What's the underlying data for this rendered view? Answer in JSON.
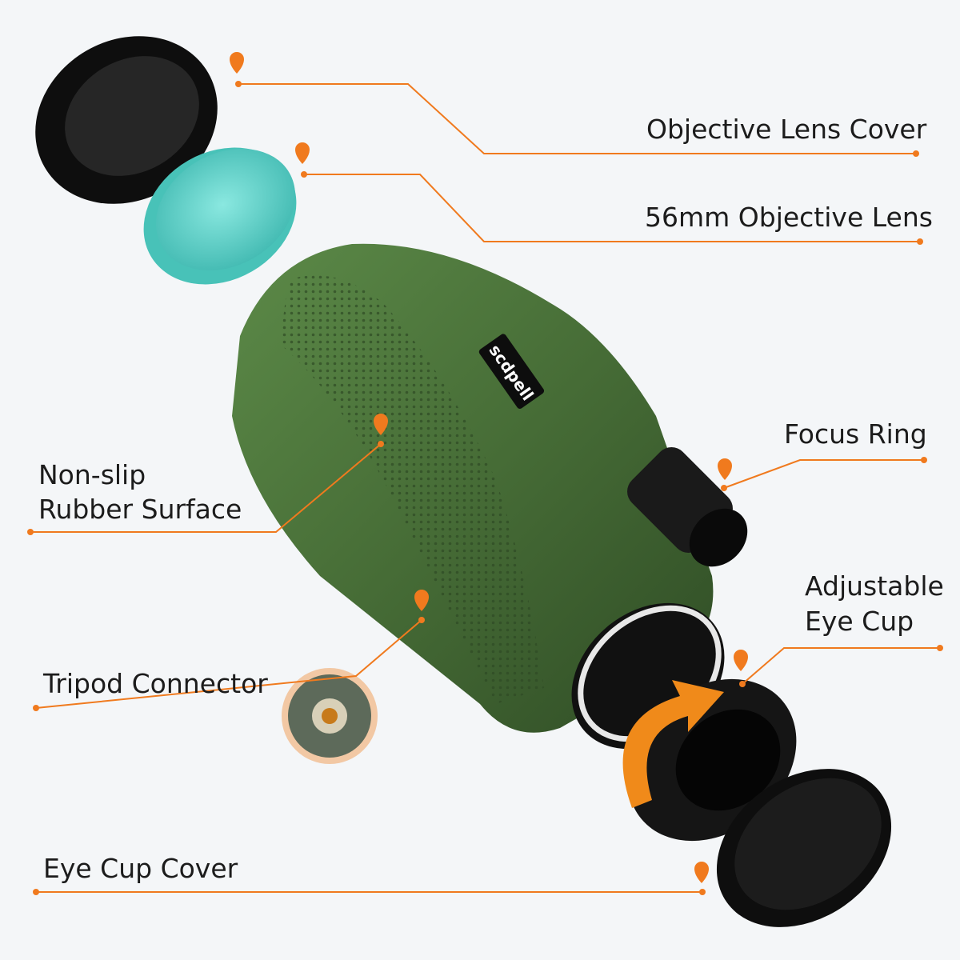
{
  "colors": {
    "accent": "#f07a1e",
    "body": "#4a6e3a",
    "lens": "#6fd8d0",
    "cap": "#141414"
  },
  "logo_text": "scdpell",
  "labels": {
    "objective_lens_cover": "Objective Lens Cover",
    "objective_lens": "56mm Objective Lens",
    "focus_ring": "Focus Ring",
    "rubber_surface_line1": "Non-slip",
    "rubber_surface_line2": "Rubber Surface",
    "adjustable_eye_cup_line1": "Adjustable",
    "adjustable_eye_cup_line2": "Eye Cup",
    "tripod_connector": "Tripod Connector",
    "eye_cup_cover": "Eye Cup Cover"
  }
}
